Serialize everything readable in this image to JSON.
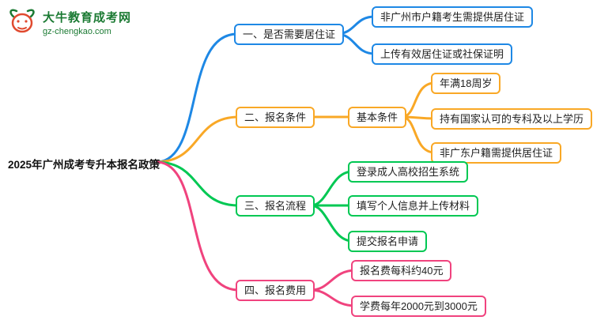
{
  "logo": {
    "site_name": "大牛教育成考网",
    "site_url": "gz-chengkao.com"
  },
  "root": {
    "label": "2025年广州成考专升本报名政策"
  },
  "colors": {
    "branch1": "#1e88e5",
    "branch2": "#f9a826",
    "branch3": "#00c853",
    "branch4": "#f0437e",
    "logo_green": "#1b7a33"
  },
  "branches": [
    {
      "label": "一、是否需要居住证",
      "color": "#1e88e5",
      "children": [
        {
          "label": "非广州市户籍考生需提供居住证"
        },
        {
          "label": "上传有效居住证或社保证明"
        }
      ]
    },
    {
      "label": "二、报名条件",
      "color": "#f9a826",
      "sub_label": "基本条件",
      "children": [
        {
          "label": "年满18周岁"
        },
        {
          "label": "持有国家认可的专科及以上学历"
        },
        {
          "label": "非广东户籍需提供居住证"
        }
      ]
    },
    {
      "label": "三、报名流程",
      "color": "#00c853",
      "children": [
        {
          "label": "登录成人高校招生系统"
        },
        {
          "label": "填写个人信息并上传材料"
        },
        {
          "label": "提交报名申请"
        }
      ]
    },
    {
      "label": "四、报名费用",
      "color": "#f0437e",
      "children": [
        {
          "label": "报名费每科约40元"
        },
        {
          "label": "学费每年2000元到3000元"
        }
      ]
    }
  ]
}
